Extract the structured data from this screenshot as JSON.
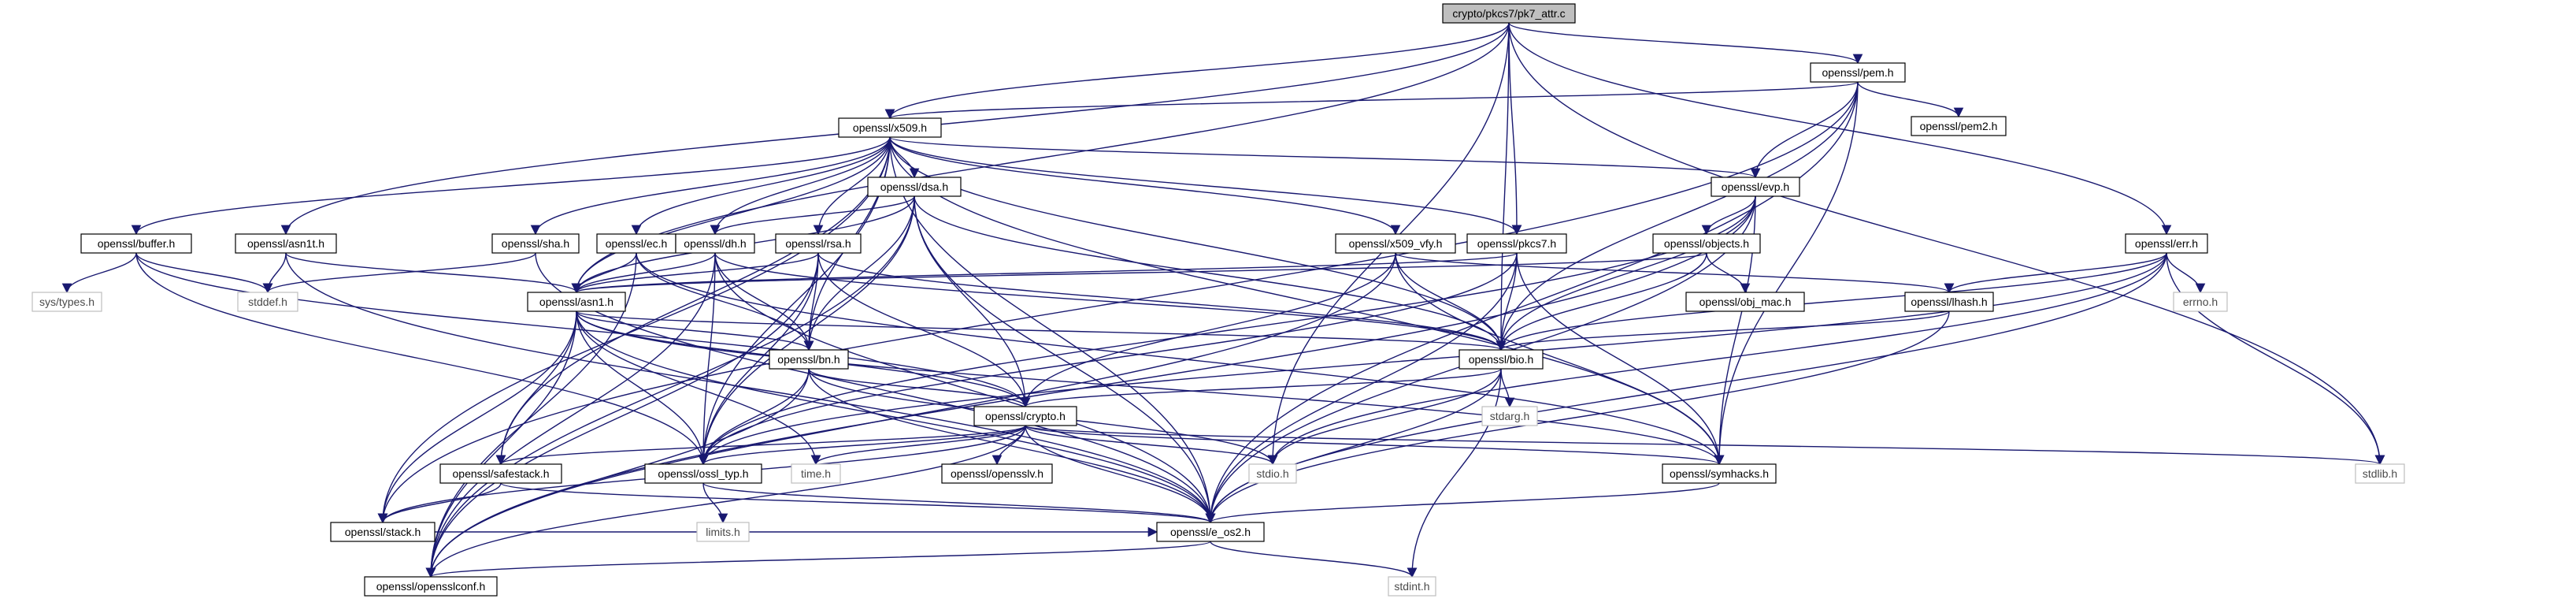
{
  "graph": {
    "root": "crypto/pkcs7/pk7_attr.c",
    "nodes": [
      {
        "id": "root",
        "label": "crypto/pkcs7/pk7_attr.c",
        "kind": "root"
      },
      {
        "id": "pem",
        "label": "openssl/pem.h",
        "kind": "header"
      },
      {
        "id": "pem2",
        "label": "openssl/pem2.h",
        "kind": "header"
      },
      {
        "id": "x509",
        "label": "openssl/x509.h",
        "kind": "header"
      },
      {
        "id": "asn1",
        "label": "openssl/asn1.h",
        "kind": "header"
      },
      {
        "id": "dsa",
        "label": "openssl/dsa.h",
        "kind": "header"
      },
      {
        "id": "evp",
        "label": "openssl/evp.h",
        "kind": "header"
      },
      {
        "id": "buffer",
        "label": "openssl/buffer.h",
        "kind": "header"
      },
      {
        "id": "asn1t",
        "label": "openssl/asn1t.h",
        "kind": "header"
      },
      {
        "id": "sha",
        "label": "openssl/sha.h",
        "kind": "header"
      },
      {
        "id": "ec",
        "label": "openssl/ec.h",
        "kind": "header"
      },
      {
        "id": "dh",
        "label": "openssl/dh.h",
        "kind": "header"
      },
      {
        "id": "rsa",
        "label": "openssl/rsa.h",
        "kind": "header"
      },
      {
        "id": "x509vfy",
        "label": "openssl/x509_vfy.h",
        "kind": "header"
      },
      {
        "id": "pkcs7",
        "label": "openssl/pkcs7.h",
        "kind": "header"
      },
      {
        "id": "objects",
        "label": "openssl/objects.h",
        "kind": "header"
      },
      {
        "id": "err",
        "label": "openssl/err.h",
        "kind": "header"
      },
      {
        "id": "systypes",
        "label": "sys/types.h",
        "kind": "system"
      },
      {
        "id": "stddef",
        "label": "stddef.h",
        "kind": "system"
      },
      {
        "id": "objmac",
        "label": "openssl/obj_mac.h",
        "kind": "header"
      },
      {
        "id": "lhash",
        "label": "openssl/lhash.h",
        "kind": "header"
      },
      {
        "id": "errno",
        "label": "errno.h",
        "kind": "system"
      },
      {
        "id": "bio",
        "label": "openssl/bio.h",
        "kind": "header"
      },
      {
        "id": "bn",
        "label": "openssl/bn.h",
        "kind": "header"
      },
      {
        "id": "stdarg",
        "label": "stdarg.h",
        "kind": "system"
      },
      {
        "id": "crypto",
        "label": "openssl/crypto.h",
        "kind": "header"
      },
      {
        "id": "safestack",
        "label": "openssl/safestack.h",
        "kind": "header"
      },
      {
        "id": "ssltyp",
        "label": "openssl/ossl_typ.h",
        "kind": "header"
      },
      {
        "id": "timeh",
        "label": "time.h",
        "kind": "system"
      },
      {
        "id": "opensslv",
        "label": "openssl/opensslv.h",
        "kind": "header"
      },
      {
        "id": "stdio",
        "label": "stdio.h",
        "kind": "system"
      },
      {
        "id": "symhacks",
        "label": "openssl/symhacks.h",
        "kind": "header"
      },
      {
        "id": "stdlib",
        "label": "stdlib.h",
        "kind": "system"
      },
      {
        "id": "stack",
        "label": "openssl/stack.h",
        "kind": "header"
      },
      {
        "id": "limits",
        "label": "limits.h",
        "kind": "system"
      },
      {
        "id": "eos2",
        "label": "openssl/e_os2.h",
        "kind": "header"
      },
      {
        "id": "opensslconf",
        "label": "openssl/opensslconf.h",
        "kind": "header"
      },
      {
        "id": "stdint",
        "label": "stdint.h",
        "kind": "system"
      }
    ],
    "edges": [
      [
        "root",
        "pem"
      ],
      [
        "root",
        "x509"
      ],
      [
        "root",
        "asn1t"
      ],
      [
        "root",
        "pkcs7"
      ],
      [
        "root",
        "err"
      ],
      [
        "root",
        "bio"
      ],
      [
        "root",
        "stdio"
      ],
      [
        "root",
        "asn1"
      ],
      [
        "root",
        "stdlib"
      ],
      [
        "pem",
        "x509"
      ],
      [
        "pem",
        "pem2"
      ],
      [
        "pem",
        "evp"
      ],
      [
        "pem",
        "bio"
      ],
      [
        "pem",
        "stack"
      ],
      [
        "pem",
        "symhacks"
      ],
      [
        "pem",
        "eos2"
      ],
      [
        "x509",
        "dsa"
      ],
      [
        "x509",
        "evp"
      ],
      [
        "x509",
        "buffer"
      ],
      [
        "x509",
        "sha"
      ],
      [
        "x509",
        "ec"
      ],
      [
        "x509",
        "dh"
      ],
      [
        "x509",
        "rsa"
      ],
      [
        "x509",
        "x509vfy"
      ],
      [
        "x509",
        "pkcs7"
      ],
      [
        "x509",
        "asn1"
      ],
      [
        "x509",
        "bio"
      ],
      [
        "x509",
        "bn"
      ],
      [
        "x509",
        "ssltyp"
      ],
      [
        "x509",
        "safestack"
      ],
      [
        "x509",
        "stack"
      ],
      [
        "x509",
        "symhacks"
      ],
      [
        "x509",
        "eos2"
      ],
      [
        "dsa",
        "dh"
      ],
      [
        "dsa",
        "asn1"
      ],
      [
        "dsa",
        "bio"
      ],
      [
        "dsa",
        "bn"
      ],
      [
        "dsa",
        "crypto"
      ],
      [
        "dsa",
        "ssltyp"
      ],
      [
        "dsa",
        "eos2"
      ],
      [
        "dsa",
        "opensslconf"
      ],
      [
        "evp",
        "objects"
      ],
      [
        "evp",
        "bio"
      ],
      [
        "evp",
        "ssltyp"
      ],
      [
        "evp",
        "symhacks"
      ],
      [
        "evp",
        "eos2"
      ],
      [
        "evp",
        "opensslconf"
      ],
      [
        "buffer",
        "systypes"
      ],
      [
        "buffer",
        "stddef"
      ],
      [
        "buffer",
        "ssltyp"
      ],
      [
        "buffer",
        "crypto"
      ],
      [
        "asn1t",
        "stddef"
      ],
      [
        "asn1t",
        "asn1"
      ],
      [
        "asn1t",
        "eos2"
      ],
      [
        "sha",
        "stddef"
      ],
      [
        "sha",
        "eos2"
      ],
      [
        "ec",
        "asn1"
      ],
      [
        "ec",
        "bn"
      ],
      [
        "ec",
        "symhacks"
      ],
      [
        "ec",
        "opensslconf"
      ],
      [
        "dh",
        "asn1"
      ],
      [
        "dh",
        "bio"
      ],
      [
        "dh",
        "bn"
      ],
      [
        "dh",
        "ssltyp"
      ],
      [
        "dh",
        "eos2"
      ],
      [
        "dh",
        "opensslconf"
      ],
      [
        "rsa",
        "asn1"
      ],
      [
        "rsa",
        "bio"
      ],
      [
        "rsa",
        "bn"
      ],
      [
        "rsa",
        "crypto"
      ],
      [
        "rsa",
        "ssltyp"
      ],
      [
        "rsa",
        "opensslconf"
      ],
      [
        "x509vfy",
        "bio"
      ],
      [
        "x509vfy",
        "lhash"
      ],
      [
        "x509vfy",
        "crypto"
      ],
      [
        "x509vfy",
        "symhacks"
      ],
      [
        "x509vfy",
        "opensslconf"
      ],
      [
        "pkcs7",
        "asn1"
      ],
      [
        "pkcs7",
        "bio"
      ],
      [
        "pkcs7",
        "ssltyp"
      ],
      [
        "pkcs7",
        "symhacks"
      ],
      [
        "pkcs7",
        "eos2"
      ],
      [
        "objects",
        "objmac"
      ],
      [
        "objects",
        "asn1"
      ],
      [
        "objects",
        "bio"
      ],
      [
        "err",
        "bio"
      ],
      [
        "err",
        "lhash"
      ],
      [
        "err",
        "errno"
      ],
      [
        "err",
        "stdio"
      ],
      [
        "err",
        "stdlib"
      ],
      [
        "err",
        "eos2"
      ],
      [
        "err",
        "ssltyp"
      ],
      [
        "lhash",
        "bio"
      ],
      [
        "lhash",
        "eos2"
      ],
      [
        "asn1",
        "bio"
      ],
      [
        "asn1",
        "bn"
      ],
      [
        "asn1",
        "crypto"
      ],
      [
        "asn1",
        "safestack"
      ],
      [
        "asn1",
        "ssltyp"
      ],
      [
        "asn1",
        "stack"
      ],
      [
        "asn1",
        "timeh"
      ],
      [
        "asn1",
        "symhacks"
      ],
      [
        "asn1",
        "eos2"
      ],
      [
        "asn1",
        "opensslconf"
      ],
      [
        "bio",
        "stdarg"
      ],
      [
        "bio",
        "crypto"
      ],
      [
        "bio",
        "stdio"
      ],
      [
        "bio",
        "eos2"
      ],
      [
        "bio",
        "stdint"
      ],
      [
        "bn",
        "crypto"
      ],
      [
        "bn",
        "ssltyp"
      ],
      [
        "bn",
        "stdio"
      ],
      [
        "bn",
        "eos2"
      ],
      [
        "bn",
        "opensslconf"
      ],
      [
        "crypto",
        "opensslv"
      ],
      [
        "crypto",
        "stdio"
      ],
      [
        "crypto",
        "stdlib"
      ],
      [
        "crypto",
        "timeh"
      ],
      [
        "crypto",
        "safestack"
      ],
      [
        "crypto",
        "ssltyp"
      ],
      [
        "crypto",
        "stack"
      ],
      [
        "crypto",
        "symhacks"
      ],
      [
        "crypto",
        "eos2"
      ],
      [
        "crypto",
        "opensslconf"
      ],
      [
        "safestack",
        "stack"
      ],
      [
        "safestack",
        "eos2"
      ],
      [
        "ssltyp",
        "limits"
      ],
      [
        "ssltyp",
        "eos2"
      ],
      [
        "symhacks",
        "eos2"
      ],
      [
        "stack",
        "eos2"
      ],
      [
        "eos2",
        "opensslconf"
      ],
      [
        "eos2",
        "stdint"
      ]
    ]
  }
}
